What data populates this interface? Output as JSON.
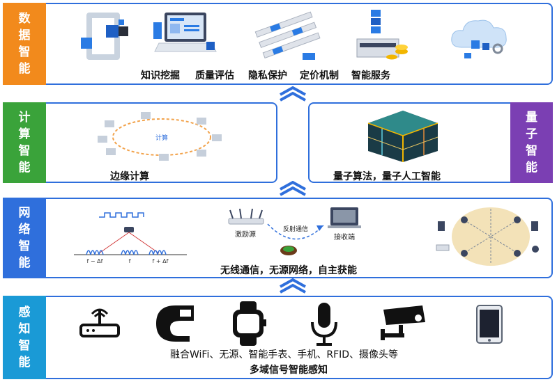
{
  "layers": {
    "data": {
      "label": [
        "数",
        "据",
        "智",
        "能"
      ],
      "items": [
        "知识挖掘",
        "质量评估",
        "隐私保护",
        "定价机制",
        "智能服务"
      ],
      "color": "#f28a1c"
    },
    "compute": {
      "label": [
        "计",
        "算",
        "智",
        "能"
      ],
      "caption": "边缘计算",
      "center_text": "计算",
      "color": "#3aa33a"
    },
    "quantum": {
      "label": [
        "量",
        "子",
        "智",
        "能"
      ],
      "caption": "量子算法，量子人工智能",
      "color": "#7b3fb3"
    },
    "network": {
      "label": [
        "网",
        "络",
        "智",
        "能"
      ],
      "caption": "无线通信，无源网络，自主获能",
      "labels": {
        "source": "激励源",
        "reflect": "反射通信",
        "receiver": "接收端",
        "f_left": "f − Δf",
        "f_mid": "f",
        "f_right": "f + Δf"
      },
      "color": "#2f6fdc"
    },
    "sensing": {
      "label": [
        "感",
        "知",
        "智",
        "能"
      ],
      "devices": "融合WiFi、无源、智能手表、手机、RFID、摄像头等",
      "caption": "多域信号智能感知",
      "color": "#1a9ad6"
    }
  }
}
